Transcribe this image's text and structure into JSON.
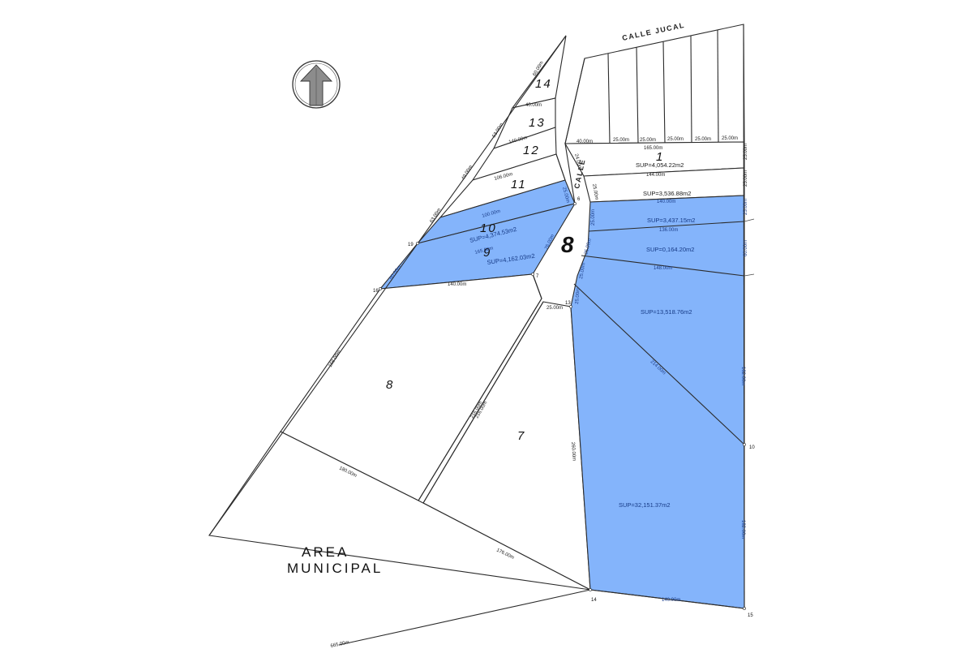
{
  "street_names": {
    "calle_jucal": "CALLE JUCAL",
    "calle": "CALLE"
  },
  "block_number": "8",
  "area_municipal": [
    "AREA",
    "MUNICIPAL"
  ],
  "highlight_color": "#84b4fb",
  "lots": {
    "l14": "14",
    "l13": "13",
    "l12": "12",
    "l11": "11",
    "l10": "10",
    "l9": "9",
    "l8": "8",
    "l7": "7",
    "l1": "1"
  },
  "areas": {
    "a1": "SUP=4,054.22m2",
    "a2": "SUP=3,536.88m2",
    "a3": "SUP=3,437.15m2",
    "a4": "SUP=0,164.20m2",
    "a5": "SUP=13,518.76m2",
    "a6": "SUP=32,151.37m2",
    "a10": "SUP=4,374.53m2",
    "a9": "SUP=4,162.03m2"
  },
  "dims": {
    "d_40a": "40.00m",
    "d_25a": "25.00m",
    "d_25b": "25.00m",
    "d_25c": "25.00m",
    "d_25d": "25.00m",
    "d_25e": "25.00m",
    "d_165": "165.00m",
    "d_144": "144.00m",
    "d_140a": "140.00m",
    "d_136": "136.00m",
    "d_148": "148.00m",
    "d_140b": "140.00m",
    "d_25f": "25.00m",
    "d_25g": "25.00m",
    "d_60": "60.00m",
    "d_214": "214.00m",
    "d_182a": "182.00m",
    "d_182b": "182.00m",
    "d_260": "260.00m",
    "d_140c": "140.00m",
    "d_25h": "25.00m",
    "d_100a": "100.00m",
    "d_165b": "165.00m",
    "d_140d": "140.00m",
    "d_158": "158.00m",
    "d_180": "180.00m",
    "d_176": "176.00m",
    "d_665": "665.00m",
    "d_216a": "216.00m",
    "d_216b": "216.00m",
    "d_60n": "60.00m",
    "d_40b": "40.00m",
    "d_53": "53.00m",
    "d_76": "76.00m",
    "d_49": "49.00m",
    "d_106": "106.00m",
    "d_63": "63.00m",
    "d_24": "24.00m",
    "d_25i": "25.00m",
    "d_25j": "25.00m",
    "d_25k": "25.00m",
    "d_25l": "25.00m",
    "d_25m": "25.00m",
    "d_25n": "25.00m",
    "d_60b": "60.00m",
    "d_25o": "25.00m"
  },
  "points": {
    "p6": "6",
    "p7": "7",
    "p13": "13",
    "p14": "14",
    "p10": "10",
    "p15": "15",
    "p16": "16",
    "p19": "19"
  }
}
